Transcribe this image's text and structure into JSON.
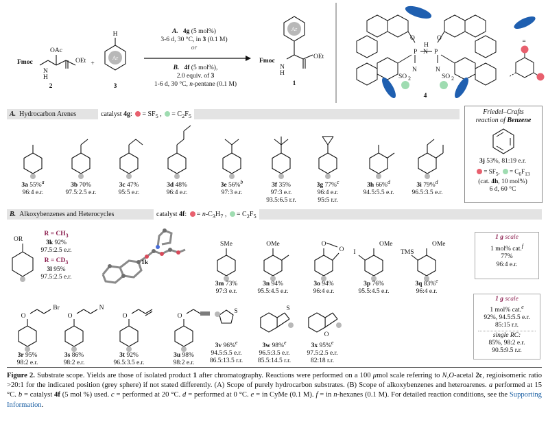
{
  "header": {
    "reactant2": {
      "acetal": "OAc",
      "ester": "OEt",
      "prot": "Fmoc",
      "nh": "N",
      "h": "H",
      "id": "2"
    },
    "reactant3": {
      "h": "H",
      "ring": "Ar",
      "id": "3"
    },
    "plus": "+",
    "condA": {
      "tag": "A.",
      "line1_cat": "4g",
      "line1_rest": " (5 mol%)",
      "line2": "3-6 d, 30 °C, in ",
      "line2_bold": "3",
      "line2_end": " (0.1 M)"
    },
    "or": "or",
    "condB": {
      "tag": "B.",
      "line1_cat": "4f",
      "line1_rest": " (5 mol%),",
      "line2": "2.0 equiv. of ",
      "line2_bold": "3",
      "line3": "1-6 d, 30 °C, ",
      "line3_it": "n",
      "line3_end": "-pentane (0.1 M)"
    },
    "product": {
      "ring": "Ar",
      "prot": "Fmoc",
      "nh": "N",
      "h": "H",
      "ester": "OEt",
      "id": "1"
    },
    "catalyst": {
      "id": "4",
      "o1": "O",
      "o2": "O",
      "p1": "P",
      "p2": "P",
      "n": "N",
      "h": "H",
      "nl": "N",
      "nr": "N",
      "s1": "SO",
      "s2": "SO",
      "sub": "2",
      "eq": "="
    }
  },
  "sectionA": {
    "tag": "A.",
    "title": "Hydrocarbon Arenes",
    "cat_pre": "catalyst ",
    "cat": "4g",
    "cat_post": ":",
    "legend_red": "= SF",
    "legend_red_sub": "5",
    "sep": " ,",
    "legend_grn": "= C",
    "legend_grn_sub1": "2",
    "legend_grn_mid": "F",
    "legend_grn_sub2": "5",
    "items": [
      {
        "id": "3a",
        "yield": "55%",
        "note": "a",
        "er": "96:4 e.r."
      },
      {
        "id": "3b",
        "yield": "70%",
        "note": "",
        "er": "97.5:2.5 e.r."
      },
      {
        "id": "3c",
        "yield": "47%",
        "note": "",
        "er": "95:5 e.r."
      },
      {
        "id": "3d",
        "yield": "48%",
        "note": "",
        "er": "96:4 e.r."
      },
      {
        "id": "3e",
        "yield": "56%",
        "note": "b",
        "er": "97:3 e.r."
      },
      {
        "id": "3f",
        "yield": "35%",
        "note": "",
        "er": "97:3 e.r.",
        "rr": "93.5:6.5 r.r."
      },
      {
        "id": "3g",
        "yield": "77%",
        "note": "c",
        "er": "96:4 e.r.",
        "rr": "95:5 r.r."
      },
      {
        "id": "3h",
        "yield": "66%",
        "note": "d",
        "er": "94.5:5.5 e.r."
      },
      {
        "id": "3i",
        "yield": "79%",
        "note": "d",
        "er": "96.5:3.5 e.r."
      }
    ]
  },
  "fc": {
    "title1": "Friedel–Crafts",
    "title2": "reaction of ",
    "title2_b": "Benzene",
    "id": "3j",
    "result": "53%, 81:19 e.r.",
    "red": "= SF",
    "red_sub": "5",
    "sep": ",",
    "grn": "= C",
    "grn_sub1": "6",
    "grn_mid": "F",
    "grn_sub2": "13",
    "cond1_pre": "(cat. ",
    "cond1_b": "4h",
    "cond1_post": ", 10 mol%)",
    "cond2": "6 d, 60 °C"
  },
  "sectionB": {
    "tag": "B.",
    "title": "Alkoxybenzenes and Heterocycles",
    "cat_pre": "catalyst ",
    "cat": "4f",
    "cat_post": ":",
    "legend_red": "= ",
    "legend_red_it": "n",
    "legend_red_rest": "-C",
    "legend_red_sub1": "3",
    "legend_red_mid": "H",
    "legend_red_sub2": "7",
    "sep": " ,",
    "legend_grn": "= C",
    "legend_grn_sub1": "2",
    "legend_grn_mid": "F",
    "legend_grn_sub2": "5",
    "or_label": "OR",
    "k": {
      "r": "R = CH",
      "sub": "3",
      "id": "3k",
      "yield": "92%",
      "er": "97.5:2.5 e.r."
    },
    "l": {
      "r": "R = CD",
      "sub": "3",
      "id": "3l",
      "yield": "95%",
      "er": "97.5:2.5 e.r."
    },
    "xray": "1k",
    "items": [
      {
        "id": "3m",
        "yield": "73%",
        "note": "",
        "er": "97:3 e.r.",
        "sub": "SMe"
      },
      {
        "id": "3n",
        "yield": "94%",
        "note": "",
        "er": "95.5:4.5 e.r.",
        "sub": "OMe"
      },
      {
        "id": "3o",
        "yield": "94%",
        "note": "",
        "er": "96:4 e.r.",
        "sub1": "O",
        "sub2": "O"
      },
      {
        "id": "3p",
        "yield": "76%",
        "note": "",
        "er": "95.5:4.5 e.r.",
        "sub": "OMe",
        "sub2": "I"
      },
      {
        "id": "3q",
        "yield": "83%",
        "note": "e",
        "er": "96:4 e.r.",
        "sub": "OMe",
        "sub2": "TMS"
      },
      {
        "id": "3r",
        "yield": "95%",
        "note": "",
        "er": "98:2 e.r.",
        "o": "O",
        "x": "Br"
      },
      {
        "id": "3s",
        "yield": "86%",
        "note": "",
        "er": "98:2 e.r.",
        "o": "O",
        "x": "N",
        "xsub": "3"
      },
      {
        "id": "3t",
        "yield": "92%",
        "note": "",
        "er": "96.5:3.5 e.r.",
        "o": "O"
      },
      {
        "id": "3u",
        "yield": "98%",
        "note": "",
        "er": "98:2 e.r.",
        "o": "O"
      },
      {
        "id": "3v",
        "yield": "96%",
        "note": "e",
        "er": "94.5:5.5 e.r.",
        "rr": "86.5:13.5 r.r.",
        "het": "S"
      },
      {
        "id": "3w",
        "yield": "98%",
        "note": "e",
        "er": "96.5:3.5 e.r.",
        "rr": "85.5:14.5 r.r.",
        "het": "S"
      },
      {
        "id": "3x",
        "yield": "95%",
        "note": "e",
        "er": "97.5:2.5 e.r.",
        "rr": "82:18 r.r.",
        "het": "O"
      }
    ],
    "scale1": {
      "title": "1 g",
      "title_rest": " scale",
      "l1": "1 mol% cat.",
      "l1_note": "f",
      "l2": "77%",
      "l3": "96:4 e.r."
    },
    "scale2": {
      "title": "1 g",
      "title_rest": " scale",
      "l1": "1 mol% cat.",
      "l1_note": "e",
      "l2": "92%, 94.5:5.5 e.r.",
      "l3": "85:15 r.r.",
      "l4": "single RC:",
      "l5": "85%, 98:2 e.r.",
      "l6": "90.5:9.5 r.r."
    }
  },
  "caption": {
    "fig": "Figure 2.",
    "p1": " Substrate scope. Yields are those of isolated product ",
    "p1b": "1",
    "p2": " after chromatography. Reactions were performed on a 100 ",
    "mu": "μ",
    "p3": "mol scale referring to ",
    "no": "N,O",
    "p4": "-acetal ",
    "p4b": "2c",
    "p5": ", regioisomeric ratio >20:1 for the indicated position (grey sphere) if not stated differently. (A) Scope of purely hydrocarbon substrates. (B) Scope of alkoxybenzenes and heteroarenes. ",
    "a": "a",
    "p6": " performed at 15 °C. ",
    "b": "b",
    "p7": " = catalyst ",
    "p7b": "4f",
    "p8": " (5 mol %) used. ",
    "c": "c",
    "p9": " = performed at 20 °C. ",
    "d": "d",
    "p10": " = performed at 0 °C. ",
    "e": "e",
    "p11": " = in CyMe (0.1 M). ",
    "f": "f",
    "p12": " = in ",
    "n": "n",
    "p13": "-hexanes (0.1 M). For detailed reaction conditions, see the ",
    "link": "Supporting Information",
    "p14": "."
  },
  "colors": {
    "red": "#e8606e",
    "green": "#9fdcb1",
    "blue": "#1f5fb0",
    "band": "#e3e3e3",
    "grey_ring": "#b8b8b8"
  }
}
